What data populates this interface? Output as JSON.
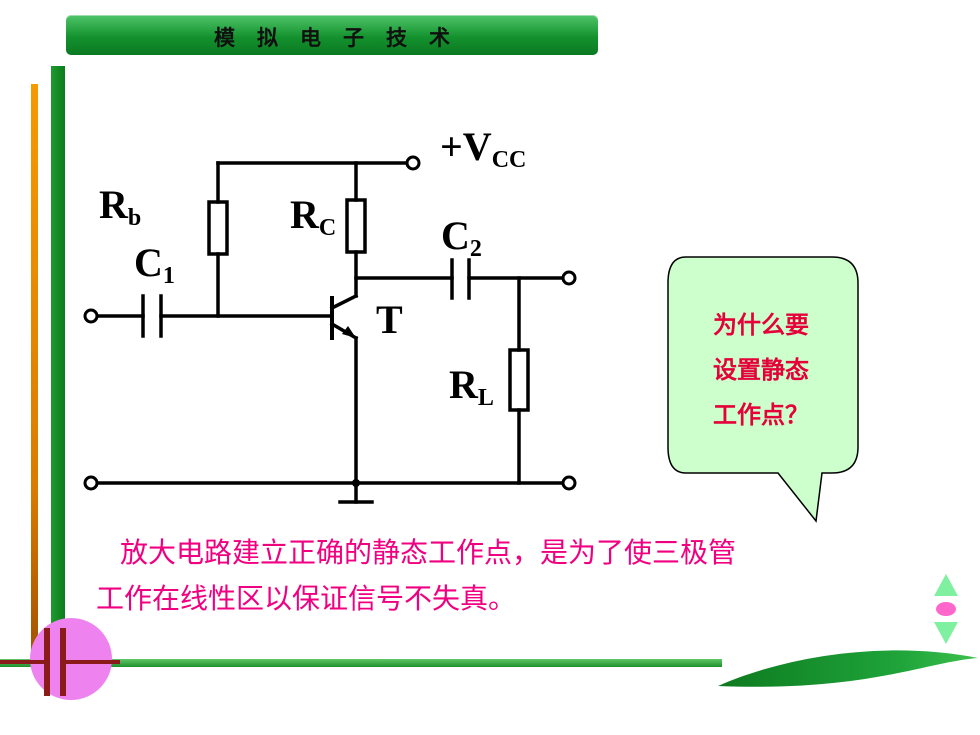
{
  "header": {
    "title": "模拟电子技术"
  },
  "circuit": {
    "vcc": {
      "main": "+V",
      "sub": "CC"
    },
    "rb": {
      "main": "R",
      "sub": "b"
    },
    "rc": {
      "main": "R",
      "sub": "C"
    },
    "c1": {
      "main": "C",
      "sub": "1"
    },
    "c2": {
      "main": "C",
      "sub": "2"
    },
    "t": "T",
    "rl": {
      "main": "R",
      "sub": "L"
    }
  },
  "bubble": {
    "lines": [
      "为什么要",
      "设置静态",
      "工作点？"
    ],
    "fill": "#ccffcc",
    "text_color": "#e5003a"
  },
  "caption": {
    "line1": "放大电路建立正确的静态工作点，是为了使三极管",
    "line2": "工作在线性区以保证信号不失真。",
    "color": "#f00080"
  },
  "colors": {
    "header_green": "#14922e",
    "bar_orange": "#f59a00",
    "accent_pink": "#ee82ee"
  }
}
